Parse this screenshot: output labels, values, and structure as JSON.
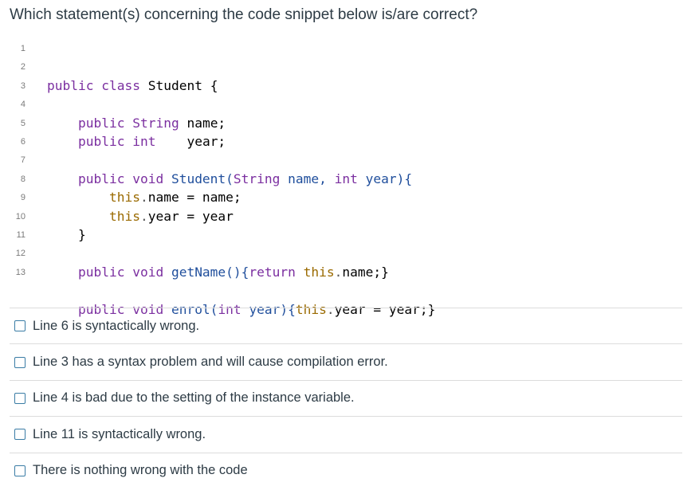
{
  "question": {
    "text": "Which statement(s) concerning the code snippet below is/are correct?"
  },
  "code": {
    "lines": [
      {
        "num": "1"
      },
      {
        "num": "2"
      },
      {
        "num": "3"
      },
      {
        "num": "4"
      },
      {
        "num": "5"
      },
      {
        "num": "6"
      },
      {
        "num": "7"
      },
      {
        "num": "8"
      },
      {
        "num": "9"
      },
      {
        "num": "10"
      },
      {
        "num": "11"
      },
      {
        "num": "12"
      },
      {
        "num": "13"
      }
    ],
    "tokens": {
      "public": "public",
      "class": "class",
      "class_name": "Student",
      "open_brace": "{",
      "close_brace": "}",
      "string_type": "String",
      "int_type": "int",
      "void": "void",
      "name": "name;",
      "year": "year;",
      "constructor": "Student(",
      "param_name": "name,",
      "param_year": "year){",
      "this": "this",
      "dot": ".",
      "assign_name": "name = name;",
      "assign_year": "year = year",
      "getname_sig": "getName(){",
      "return_kw": "return",
      "getname_body": "name;}",
      "enrol_sig": "enrol(",
      "enrol_param": "year){",
      "enrol_body": "year = year;}"
    }
  },
  "options": [
    {
      "label": "Line 6 is syntactically wrong."
    },
    {
      "label": "Line 3 has a syntax problem and will cause compilation error."
    },
    {
      "label": "Line 4 is bad due to the setting of the instance variable."
    },
    {
      "label": "Line 11 is syntactically wrong."
    },
    {
      "label": "There is nothing wrong with the code"
    }
  ],
  "colors": {
    "keyword": "#7b2fa0",
    "identifier": "#1f4e9c",
    "this": "#9a6a00",
    "checkbox_border": "#3a7ca5"
  }
}
